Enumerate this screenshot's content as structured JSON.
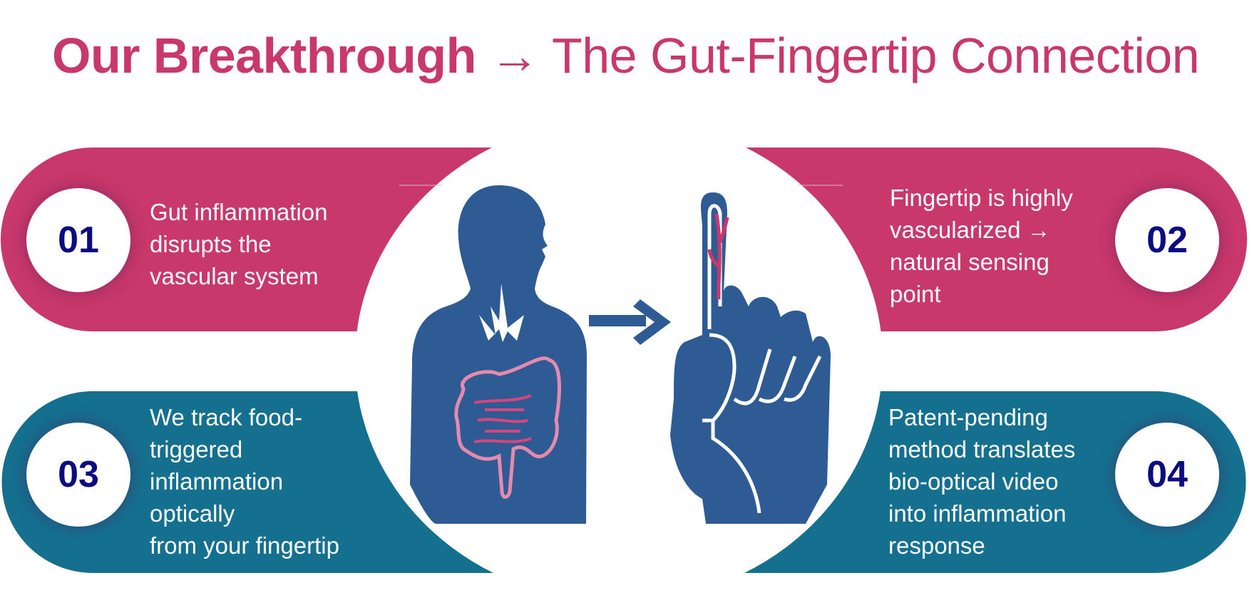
{
  "title": {
    "bold": "Our Breakthrough",
    "arrow": "→",
    "rest": "The Gut-Fingertip Connection"
  },
  "colors": {
    "pink": "#c8386a",
    "teal": "#15708f",
    "figure": "#2e5b94",
    "number": "#0c0c82"
  },
  "steps": [
    {
      "number": "01",
      "lines": [
        "Gut inflammation",
        "disrupts the",
        "vascular system"
      ]
    },
    {
      "number": "02",
      "lines": [
        "Fingertip is highly",
        "vascularized →",
        "natural sensing",
        "point"
      ]
    },
    {
      "number": "03",
      "lines": [
        "We track food-",
        "triggered",
        "inflammation",
        "optically",
        "from your fingertip"
      ]
    },
    {
      "number": "04",
      "lines": [
        "Patent-pending",
        "method translates",
        "bio-optical video",
        "into inflammation",
        "response"
      ]
    }
  ],
  "icons": [
    "human-gut-icon",
    "arrow-right-icon",
    "finger-hand-icon"
  ]
}
